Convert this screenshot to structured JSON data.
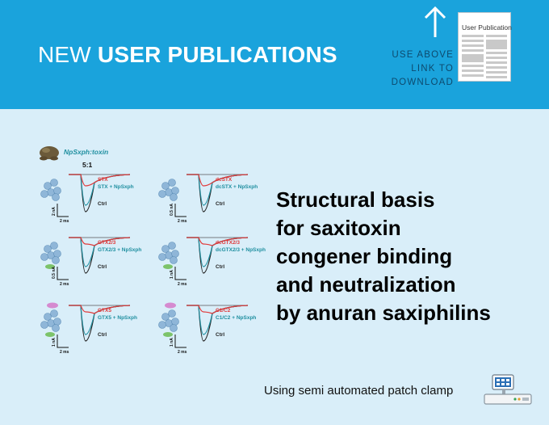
{
  "header": {
    "title_light": "NEW ",
    "title_bold": "USER PUBLICATIONS",
    "download_lines": [
      "USE ABOVE",
      "LINK TO",
      "DOWNLOAD"
    ],
    "thumbnail_label": "User Publication",
    "background_color": "#1aa3dc"
  },
  "figure": {
    "title": "NpSxph:toxin",
    "ratio": "5:1",
    "panels": [
      {
        "toxin": "STX",
        "bound": "STX + NpSxph",
        "ctrl": "Ctrl",
        "scale_y": "2 nA",
        "scale_x": "2 ms"
      },
      {
        "toxin": "dcSTX",
        "bound": "dcSTX + NpSxph",
        "ctrl": "Ctrl",
        "scale_y": "0.5 nA",
        "scale_x": "2 ms"
      },
      {
        "toxin": "GTX2/3",
        "bound": "GTX2/3 + NpSxph",
        "ctrl": "Ctrl",
        "scale_y": "0.5 nA",
        "scale_x": "2 ms"
      },
      {
        "toxin": "dcGTX2/3",
        "bound": "dcGTX2/3 + NpSxph",
        "ctrl": "Ctrl",
        "scale_y": "1 nA",
        "scale_x": "2 ms"
      },
      {
        "toxin": "GTX5",
        "bound": "GTX5 + NpSxph",
        "ctrl": "Ctrl",
        "scale_y": "1 nA",
        "scale_x": "2 ms"
      },
      {
        "toxin": "C1/C2",
        "bound": "C1/C2 + NpSxph",
        "ctrl": "Ctrl",
        "scale_y": "1 nA",
        "scale_x": "2 ms"
      }
    ],
    "colors": {
      "toxin": "#e03a3a",
      "bound": "#1f8fa0",
      "ctrl": "#222222",
      "molecule": "#8fb6d8"
    }
  },
  "headline": {
    "lines": [
      "Structural basis",
      "for saxitoxin",
      "congener binding",
      "and neutralization",
      "by anuran saxiphilins"
    ]
  },
  "footnote": "Using semi automated patch clamp"
}
